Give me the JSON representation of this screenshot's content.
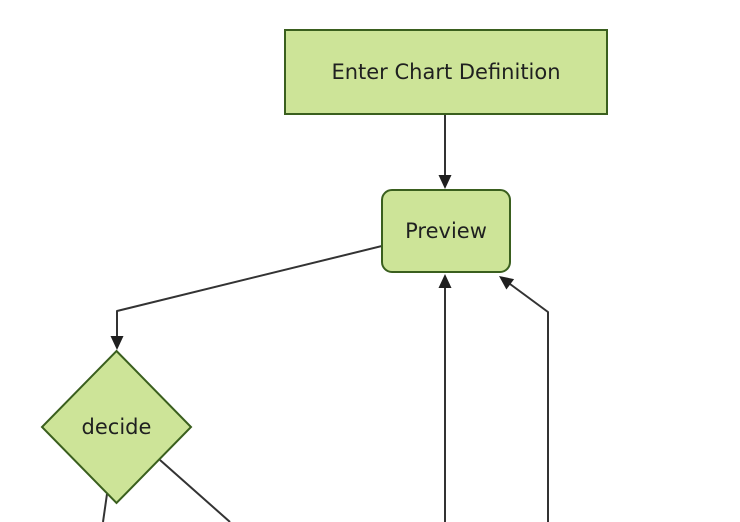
{
  "diagram": {
    "type": "flowchart",
    "direction": "top-down",
    "background": "#ffffff",
    "colors": {
      "node_fill": "#cde498",
      "node_border": "#3a5f1e",
      "edge_line": "#333333",
      "arrowhead": "#1f1f1f",
      "label_text": "#1f2020"
    },
    "nodes": [
      {
        "id": "enter_chart_definition",
        "label": "Enter Chart Definition",
        "shape": "rectangle"
      },
      {
        "id": "preview",
        "label": "Preview",
        "shape": "rounded-rectangle"
      },
      {
        "id": "decide",
        "label": "decide",
        "shape": "diamond"
      }
    ],
    "edges": [
      {
        "from": "enter_chart_definition",
        "to": "preview",
        "arrowhead": true
      },
      {
        "from": "preview",
        "to": "decide",
        "arrowhead": true
      },
      {
        "from": "offscreen-bottom",
        "to": "preview",
        "arrowhead": true
      },
      {
        "from": "offscreen-bottom-right",
        "to": "preview",
        "arrowhead": true
      },
      {
        "from": "decide",
        "to": "offscreen-bottom-left",
        "arrowhead": false
      },
      {
        "from": "decide",
        "to": "offscreen-bottom-right",
        "arrowhead": false
      }
    ]
  }
}
